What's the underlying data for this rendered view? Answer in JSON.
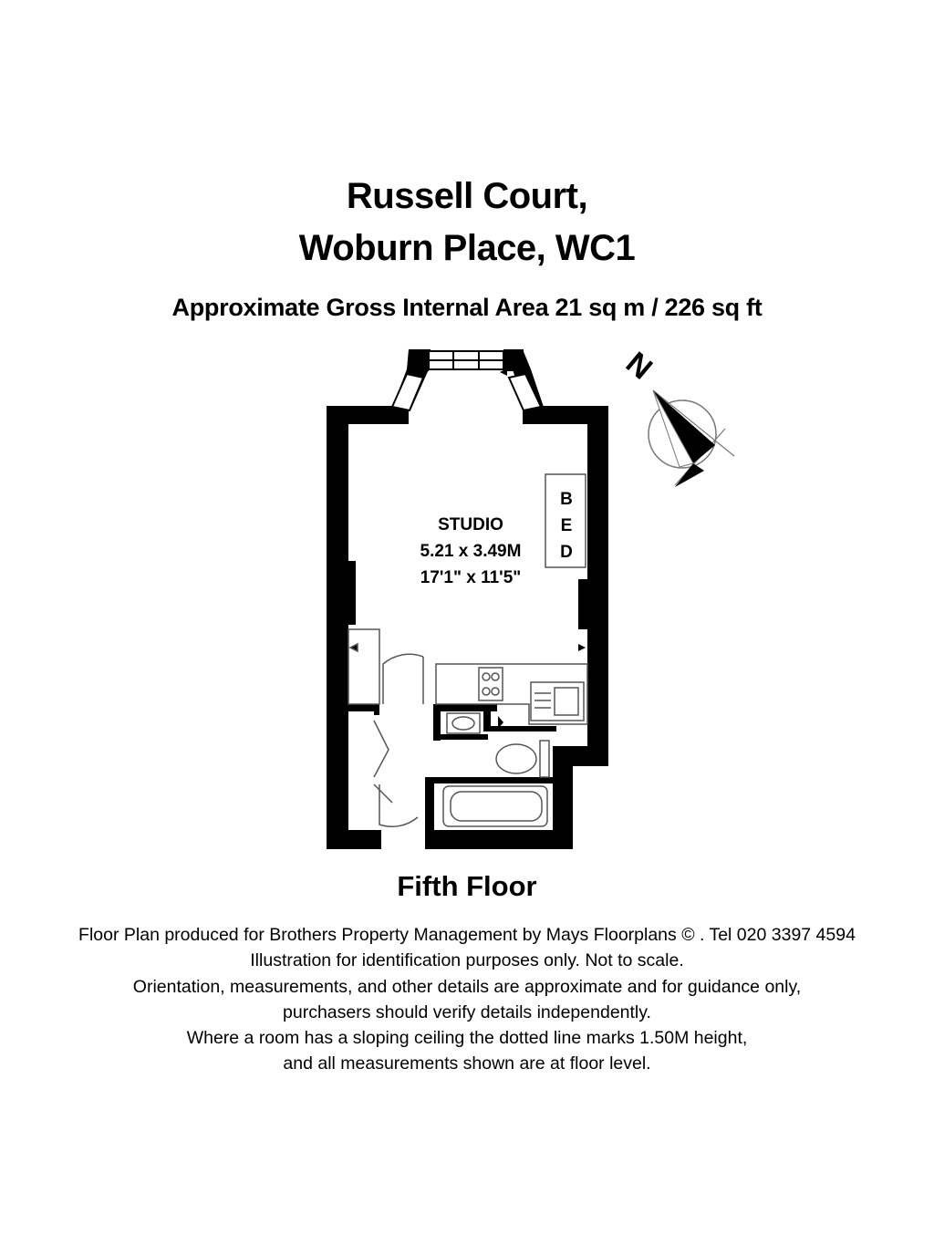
{
  "header": {
    "line1": "Russell Court,",
    "line2": "Woburn Place, WC1",
    "area": "Approximate Gross Internal Area 21 sq m  /  226 sq ft"
  },
  "plan": {
    "room_name": "STUDIO",
    "room_metric": "5.21 x 3.49M",
    "room_imperial": "17'1\" x 11'5\"",
    "bed_letters": [
      "B",
      "E",
      "D"
    ],
    "compass_label": "N"
  },
  "floor_label": "Fifth Floor",
  "disclaimer": [
    "Floor Plan produced for Brothers Property Management by Mays Floorplans  © . Tel 020 3397 4594",
    "Illustration for identification purposes only. Not to scale.",
    "Orientation, measurements, and other details are approximate and for guidance only,",
    "purchasers should verify details independently.",
    "Where a room has a sloping ceiling the dotted line marks 1.50M height,",
    "and all measurements shown are at floor level."
  ],
  "colors": {
    "wall": "#000000",
    "fixture_line": "#555555",
    "background": "#ffffff"
  }
}
